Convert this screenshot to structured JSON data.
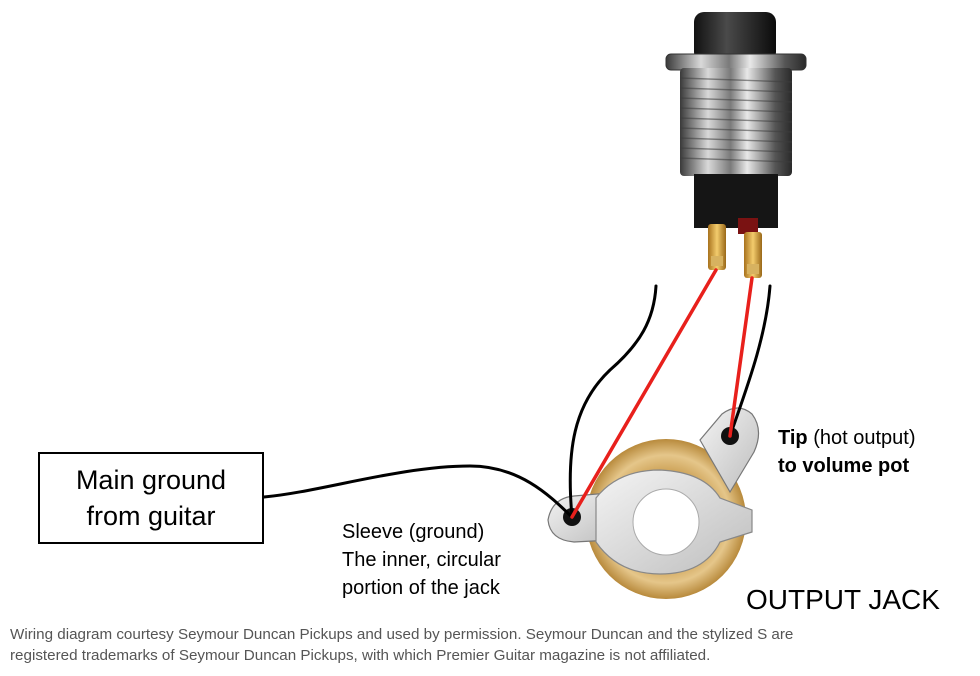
{
  "ground_box": {
    "line1": "Main ground",
    "line2": "from guitar"
  },
  "tip_label": {
    "title": "Tip",
    "paren": "(hot output)",
    "line2": "to volume pot"
  },
  "sleeve_label": {
    "line1": "Sleeve (ground)",
    "line2": "The inner, circular",
    "line3": "portion of the jack"
  },
  "jack_title": "OUTPUT JACK",
  "credit": {
    "line1": "Wiring diagram courtesy Seymour Duncan Pickups and used by permission. Seymour Duncan and the stylized S are",
    "line2": "registered trademarks of Seymour Duncan Pickups, with which Premier Guitar magazine is not affiliated."
  },
  "colors": {
    "hot_wire": "#e8201c",
    "ground_wire": "#000000",
    "jack_ring": "#d9b36a",
    "switch_body": "#9a9a9a"
  }
}
